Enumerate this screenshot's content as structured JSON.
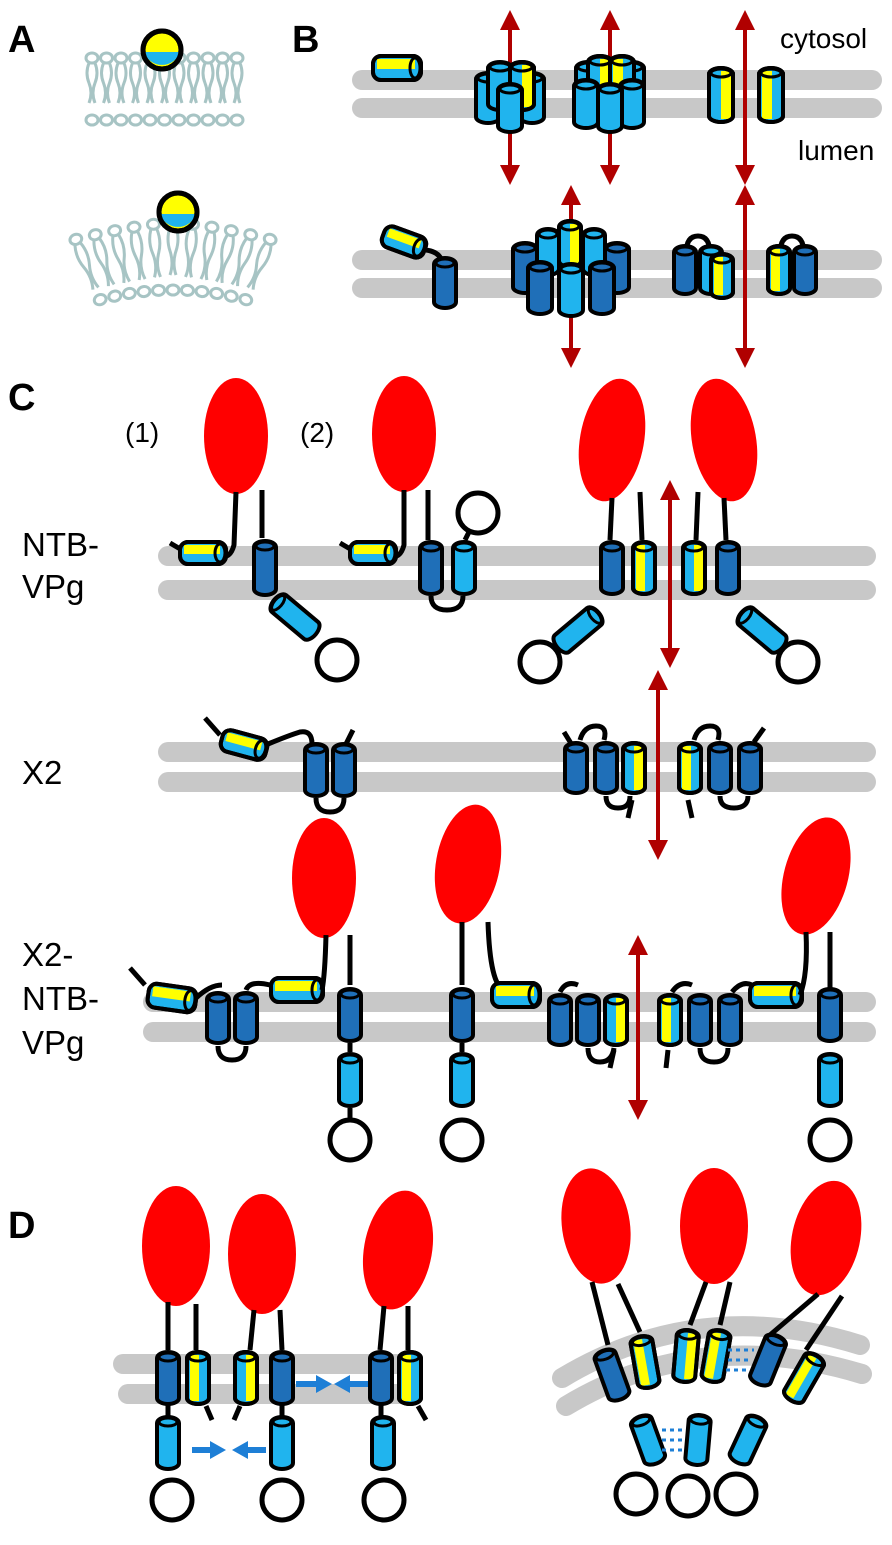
{
  "panels": {
    "a": {
      "letter": "A"
    },
    "b": {
      "letter": "B",
      "cytosol_label": "cytosol",
      "lumen_label": "lumen"
    },
    "c": {
      "letter": "C",
      "variant_1": "(1)",
      "variant_2": "(2)",
      "row_ntb_line1": "NTB-",
      "row_ntb_line2": "VPg",
      "row_x2": "X2",
      "row_x2ntb_line1": "X2-",
      "row_x2ntb_line2": "NTB-",
      "row_x2ntb_line3": "VPg"
    },
    "d": {
      "letter": "D"
    }
  },
  "colors": {
    "membrane": "#c8c8c8",
    "helix_dark": "#1f6fb8",
    "helix_light": "#20b4ee",
    "helix_yellow": "#ffff00",
    "ntb_domain": "#ff0000",
    "pore_arrow": "#b00000",
    "interaction_arrow": "#1e7fd6",
    "lipid": "#a7c4c4",
    "outline": "#000000"
  },
  "icons": [
    "pore-arrow-icon",
    "interaction-arrow-icon",
    "helix-icon",
    "lipid-icon",
    "vpg-loop-icon",
    "ntb-domain-icon"
  ]
}
